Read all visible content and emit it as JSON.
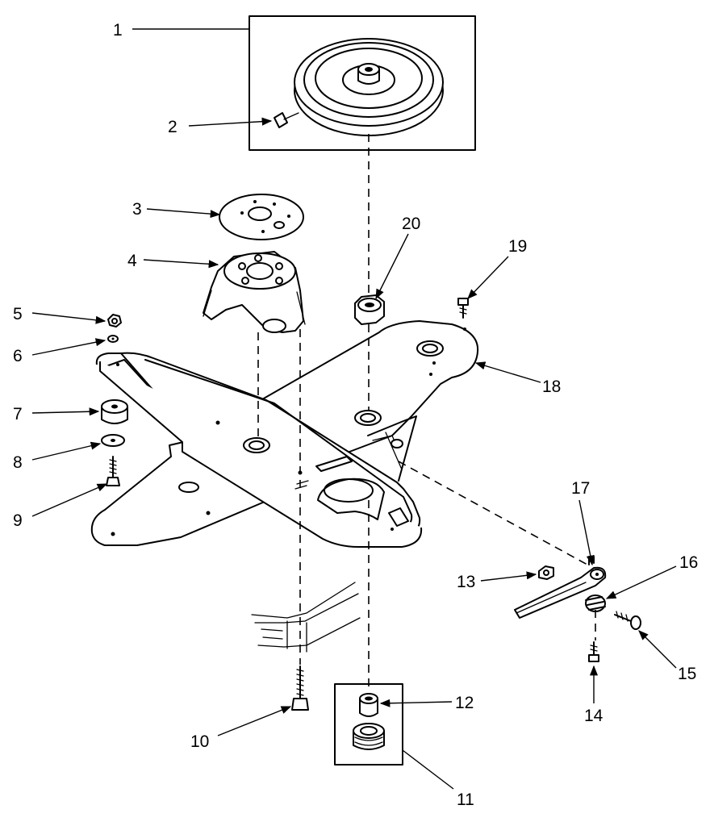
{
  "callouts": [
    {
      "id": "1",
      "text": "1"
    },
    {
      "id": "2",
      "text": "2"
    },
    {
      "id": "3",
      "text": "3"
    },
    {
      "id": "4",
      "text": "4"
    },
    {
      "id": "5",
      "text": "5"
    },
    {
      "id": "6",
      "text": "6"
    },
    {
      "id": "7",
      "text": "7"
    },
    {
      "id": "8",
      "text": "8"
    },
    {
      "id": "9",
      "text": "9"
    },
    {
      "id": "10",
      "text": "10"
    },
    {
      "id": "11",
      "text": "11"
    },
    {
      "id": "12",
      "text": "12"
    },
    {
      "id": "13",
      "text": "13"
    },
    {
      "id": "14",
      "text": "14"
    },
    {
      "id": "15",
      "text": "15"
    },
    {
      "id": "16",
      "text": "16"
    },
    {
      "id": "17",
      "text": "17"
    },
    {
      "id": "18",
      "text": "18"
    },
    {
      "id": "19",
      "text": "19"
    },
    {
      "id": "20",
      "text": "20"
    }
  ],
  "colors": {
    "ink": "#000000",
    "paper": "#ffffff"
  }
}
